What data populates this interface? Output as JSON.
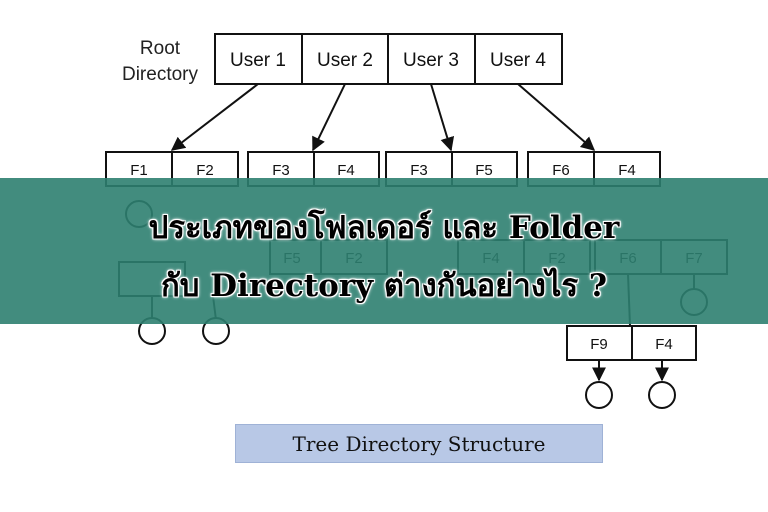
{
  "root_label": [
    "Root",
    "Directory"
  ],
  "users": [
    "User 1",
    "User 2",
    "User 3",
    "User 4"
  ],
  "folder_pairs": [
    [
      "F1",
      "F2"
    ],
    [
      "F3",
      "F4"
    ],
    [
      "F3",
      "F5"
    ],
    [
      "F6",
      "F4"
    ]
  ],
  "partial_pairs": [
    [
      "F5",
      "F2"
    ],
    [
      "F4",
      "F2"
    ],
    [
      "F6",
      "F7"
    ]
  ],
  "sub_folder_pair": [
    "F9",
    "F4"
  ],
  "banner": {
    "line1": "ประเภทของโฟลเดอร์ และ Folder",
    "line2": "กับ Directory ต่างกันอย่างไร ?"
  },
  "caption": "Tree Directory Structure",
  "colors": {
    "banner": "#2e8070",
    "caption_bg": "#b8c8e6",
    "stroke": "#111111"
  }
}
